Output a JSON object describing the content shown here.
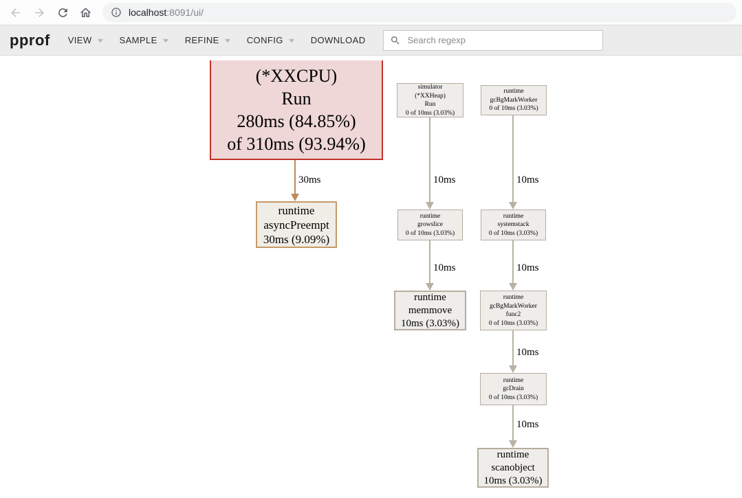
{
  "browser": {
    "url": {
      "host": "localhost",
      "path": ":8091/ui/"
    }
  },
  "toolbar": {
    "logo": "pprof",
    "menus": [
      {
        "label": "VIEW"
      },
      {
        "label": "SAMPLE"
      },
      {
        "label": "REFINE"
      },
      {
        "label": "CONFIG"
      },
      {
        "label": "DOWNLOAD"
      }
    ],
    "search": {
      "placeholder": "Search regexp"
    }
  },
  "graph": {
    "nodes": [
      {
        "id": "cpu-run",
        "lines": [
          "(*XXCPU)",
          "Run",
          "280ms (84.85%)",
          "of 310ms (93.94%)"
        ]
      },
      {
        "id": "runtime-asyncpreempt",
        "lines": [
          "runtime",
          "asyncPreempt",
          "30ms (9.09%)"
        ]
      },
      {
        "id": "simulator-xxheap-run",
        "lines": [
          "simulator",
          "(*XXHeap)",
          "Run",
          "0 of 10ms (3.03%)"
        ]
      },
      {
        "id": "runtime-gcbgmarkworker",
        "lines": [
          "runtime",
          "gcBgMarkWorker",
          "0 of 10ms (3.03%)"
        ]
      },
      {
        "id": "runtime-growslice",
        "lines": [
          "runtime",
          "growslice",
          "0 of 10ms (3.03%)"
        ]
      },
      {
        "id": "runtime-systemstack",
        "lines": [
          "runtime",
          "systemstack",
          "0 of 10ms (3.03%)"
        ]
      },
      {
        "id": "runtime-memmove",
        "lines": [
          "runtime",
          "memmove",
          "10ms (3.03%)"
        ]
      },
      {
        "id": "runtime-gcbgmarkworker-func2",
        "lines": [
          "runtime",
          "gcBgMarkWorker",
          "func2",
          "0 of 10ms (3.03%)"
        ]
      },
      {
        "id": "runtime-gcdrain",
        "lines": [
          "runtime",
          "gcDrain",
          "0 of 10ms (3.03%)"
        ]
      },
      {
        "id": "runtime-scanobject",
        "lines": [
          "runtime",
          "scanobject",
          "10ms (3.03%)"
        ]
      }
    ],
    "edges": [
      {
        "label": "30ms"
      },
      {
        "label": "10ms"
      },
      {
        "label": "10ms"
      },
      {
        "label": "10ms"
      },
      {
        "label": "10ms"
      },
      {
        "label": "10ms"
      },
      {
        "label": "10ms"
      }
    ],
    "colors": {
      "hot_node_fill": "#eed7d6",
      "hot_node_border": "#c13128",
      "warm_node_fill": "#f0ece6",
      "warm_node_border": "#c49b67",
      "cool_node_fill": "#eeedea",
      "cool_node_border": "#b5ada0",
      "hot_edge": "#bd8b5d",
      "cool_edge": "#b9b1a2"
    }
  }
}
